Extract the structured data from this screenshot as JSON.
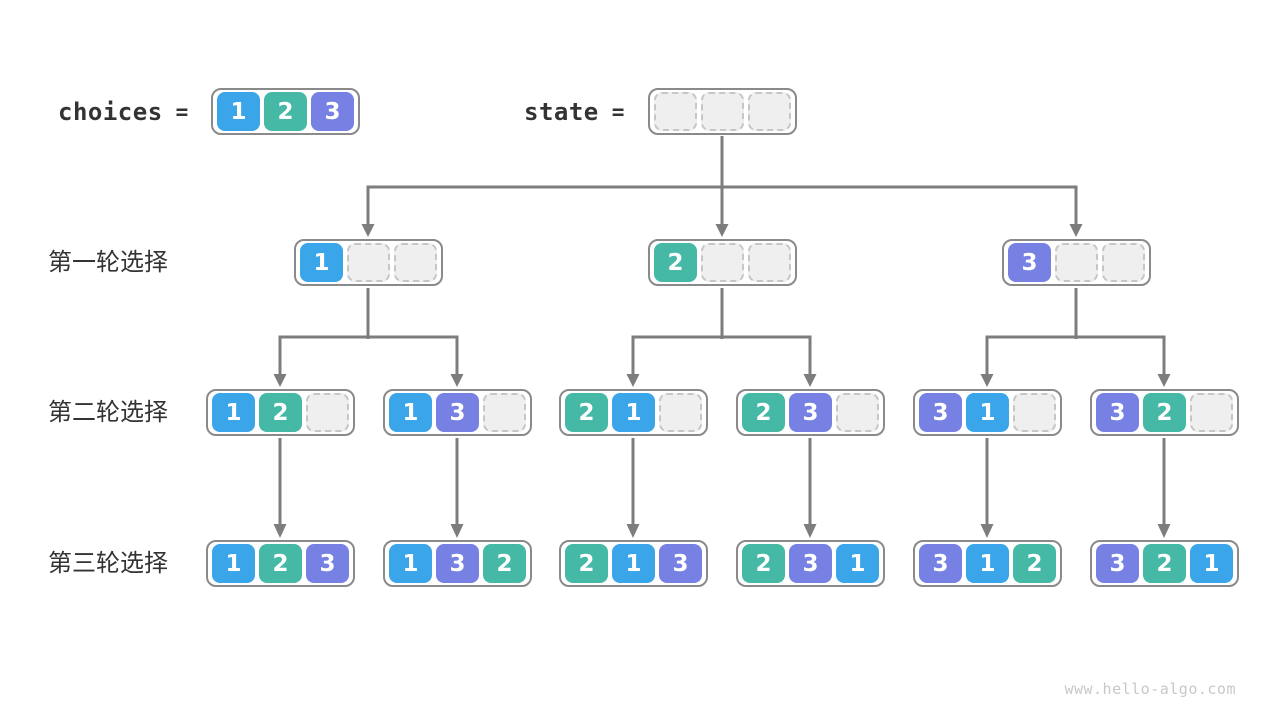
{
  "header": {
    "choices": {
      "label": "choices",
      "equals": "=",
      "cells": [
        "1",
        "2",
        "3"
      ]
    },
    "state": {
      "label": "state",
      "equals": "=",
      "cells": [
        "",
        "",
        ""
      ]
    }
  },
  "rows": [
    {
      "label": "第一轮选择",
      "nodes": [
        [
          "1",
          "",
          ""
        ],
        [
          "2",
          "",
          ""
        ],
        [
          "3",
          "",
          ""
        ]
      ]
    },
    {
      "label": "第二轮选择",
      "nodes": [
        [
          "1",
          "2",
          ""
        ],
        [
          "1",
          "3",
          ""
        ],
        [
          "2",
          "1",
          ""
        ],
        [
          "2",
          "3",
          ""
        ],
        [
          "3",
          "1",
          ""
        ],
        [
          "3",
          "2",
          ""
        ]
      ]
    },
    {
      "label": "第三轮选择",
      "nodes": [
        [
          "1",
          "2",
          "3"
        ],
        [
          "1",
          "3",
          "2"
        ],
        [
          "2",
          "1",
          "3"
        ],
        [
          "2",
          "3",
          "1"
        ],
        [
          "3",
          "1",
          "2"
        ],
        [
          "3",
          "2",
          "1"
        ]
      ]
    }
  ],
  "colors": {
    "value_1": "#3AA5E9",
    "value_2": "#45B8A6",
    "value_3": "#7781E3",
    "empty_fill": "#EFEFEF",
    "empty_border": "#C6C6C6",
    "box_border": "#8A8A8A",
    "arrow": "#7D7D7D",
    "text_dark": "#333333",
    "watermark_color": "#C8C8C8"
  },
  "watermark": "www.hello-algo.com"
}
